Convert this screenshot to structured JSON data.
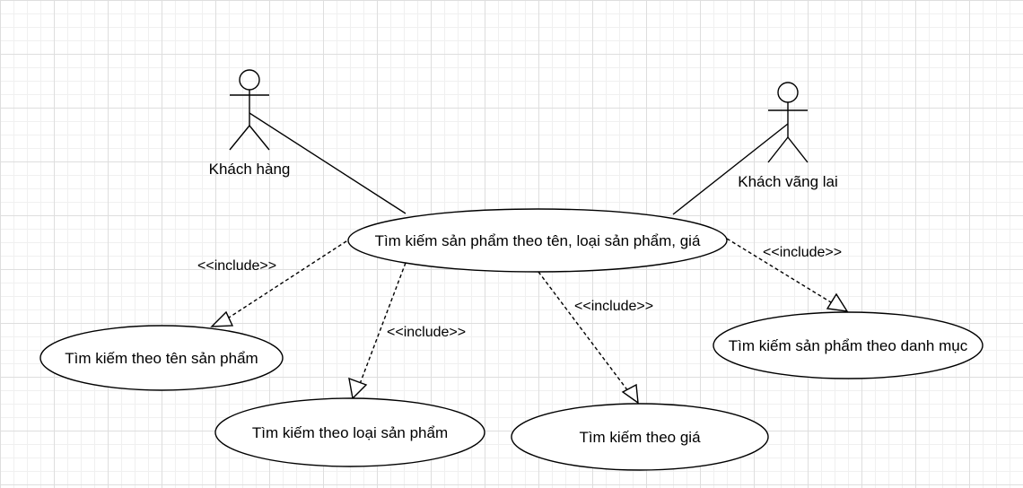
{
  "diagram": {
    "actors": [
      {
        "id": "khach-hang",
        "label": "Khách hàng"
      },
      {
        "id": "khach-vang-lai",
        "label": "Khách vãng lai"
      }
    ],
    "use_cases": [
      {
        "id": "main",
        "label": "Tìm kiếm sản phẩm theo tên, loại sản phẩm, giá"
      },
      {
        "id": "by-name",
        "label": "Tìm kiếm theo tên sản phẩm"
      },
      {
        "id": "by-type",
        "label": "Tìm kiếm theo loại sản phẩm"
      },
      {
        "id": "by-price",
        "label": "Tìm kiếm theo giá"
      },
      {
        "id": "by-category",
        "label": "Tìm kiếm sản phẩm theo danh mục"
      }
    ],
    "relations": [
      {
        "from": "khach-hang",
        "to": "main",
        "type": "association"
      },
      {
        "from": "khach-vang-lai",
        "to": "main",
        "type": "association"
      },
      {
        "from": "main",
        "to": "by-name",
        "type": "include",
        "label": "<<include>>"
      },
      {
        "from": "main",
        "to": "by-type",
        "type": "include",
        "label": "<<include>>"
      },
      {
        "from": "main",
        "to": "by-price",
        "type": "include",
        "label": "<<include>>"
      },
      {
        "from": "main",
        "to": "by-category",
        "type": "include",
        "label": "<<include>>"
      }
    ]
  }
}
